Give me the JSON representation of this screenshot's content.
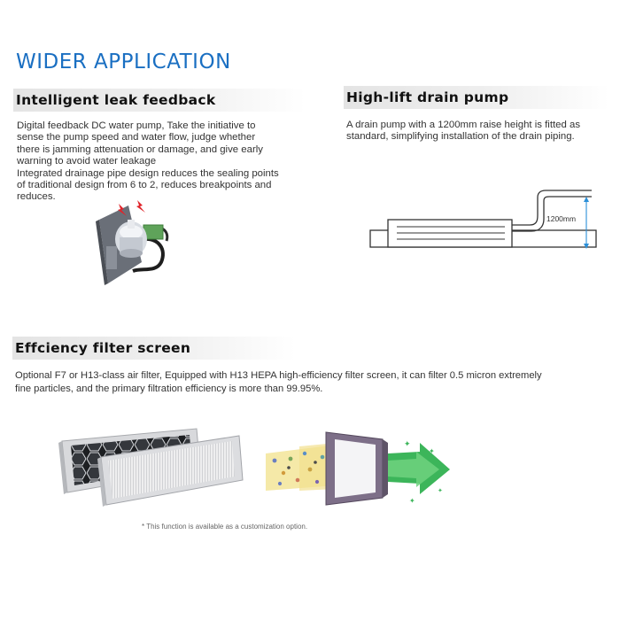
{
  "page": {
    "title": "WIDER APPLICATION"
  },
  "leak_feedback": {
    "heading": "Intelligent leak feedback",
    "lines": [
      "Digital feedback DC water pump, Take the initiative to",
      "sense the pump speed and water flow, judge whether",
      "there is jamming attenuation or damage, and give early",
      "warning to avoid water leakage",
      "Integrated drainage pipe design reduces the sealing points",
      "of traditional design from 6 to 2, reduces breakpoints and",
      "reduces."
    ]
  },
  "drain_pump": {
    "heading": "High-lift drain pump",
    "lines": [
      "A drain pump with a 1200mm raise height is fitted as",
      "standard, simplifying installation of the drain piping."
    ],
    "diagram_label": "1200mm"
  },
  "filter_screen": {
    "heading": "Effciency filter screen",
    "lines": [
      "Optional F7 or H13-class air filter, Equipped with H13 HEPA high-efficiency filter screen, it can filter 0.5 micron extremely",
      "fine particles, and the primary filtration efficiency is more than 99.95%."
    ]
  },
  "footnote": "* This function is available as a customization option.",
  "colors": {
    "title_blue": "#1a6fc2",
    "dimension_blue": "#2b8fd8",
    "arrow_green": "#3cb55a"
  }
}
